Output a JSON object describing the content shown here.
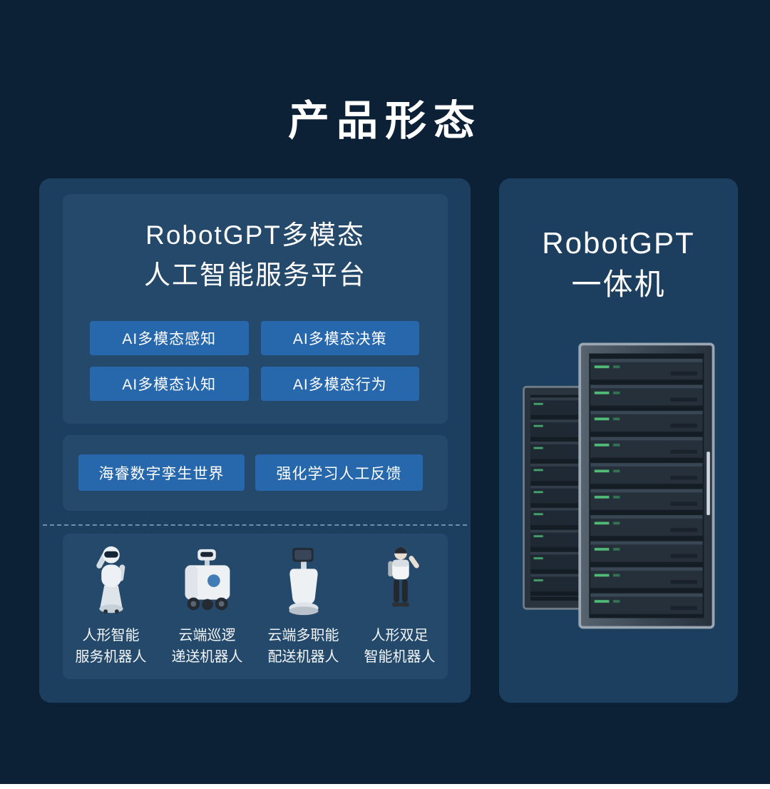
{
  "page": {
    "title": "产品形态",
    "colors": {
      "background": "#0c2135",
      "panel": "#1d3f5f",
      "inner_card": "#25496b",
      "chip": "#2767ac",
      "text": "#ffffff",
      "dashed_divider": "#6d8fae"
    }
  },
  "left_panel": {
    "title_line1": "RobotGPT多模态",
    "title_line2": "人工智能服务平台",
    "capability_buttons": [
      "AI多模态感知",
      "AI多模态决策",
      "AI多模态认知",
      "AI多模态行为"
    ],
    "feature_buttons": [
      "海睿数字孪生世界",
      "强化学习人工反馈"
    ],
    "robots": [
      {
        "lines": [
          "人形智能",
          "服务机器人"
        ]
      },
      {
        "lines": [
          "云端巡逻",
          "递送机器人"
        ]
      },
      {
        "lines": [
          "云端多职能",
          "配送机器人"
        ]
      },
      {
        "lines": [
          "人形双足",
          "智能机器人"
        ]
      }
    ]
  },
  "right_panel": {
    "title_line1": "RobotGPT",
    "title_line2": "一体机"
  },
  "images": {
    "robot_1": "humanoid-service-robot",
    "robot_2": "patrol-delivery-robot",
    "robot_3": "multirole-delivery-robot",
    "robot_4": "bipedal-humanoid-robot",
    "right_image": "server-racks"
  }
}
